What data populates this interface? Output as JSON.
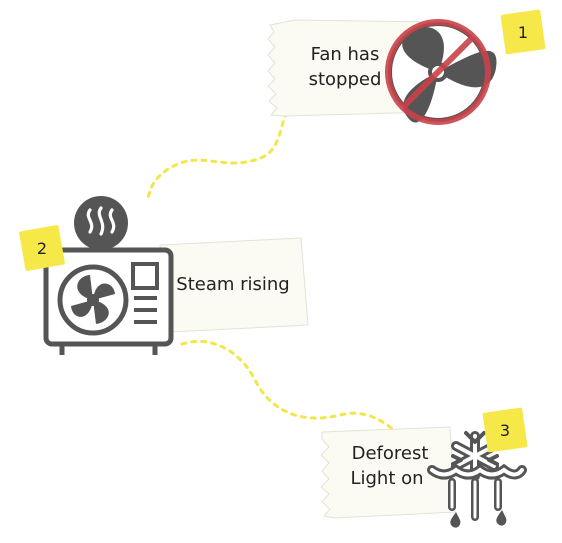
{
  "colors": {
    "sticky_note": "#f7e84a",
    "paper": "#fbfbf3",
    "icon_gray": "#555555",
    "prohibition_red": "#c9424a",
    "dotted_path": "#f2e64a"
  },
  "steps": [
    {
      "number": "1",
      "lines": [
        "Fan has",
        "stopped"
      ],
      "icon": "fan-stopped-icon"
    },
    {
      "number": "2",
      "lines": [
        "Steam rising"
      ],
      "icon": "outdoor-ac-unit-icon",
      "extra_icon": "steam-icon"
    },
    {
      "number": "3",
      "lines": [
        "Deforest",
        "Light on"
      ],
      "icon": "defrost-snowflake-icon"
    }
  ]
}
